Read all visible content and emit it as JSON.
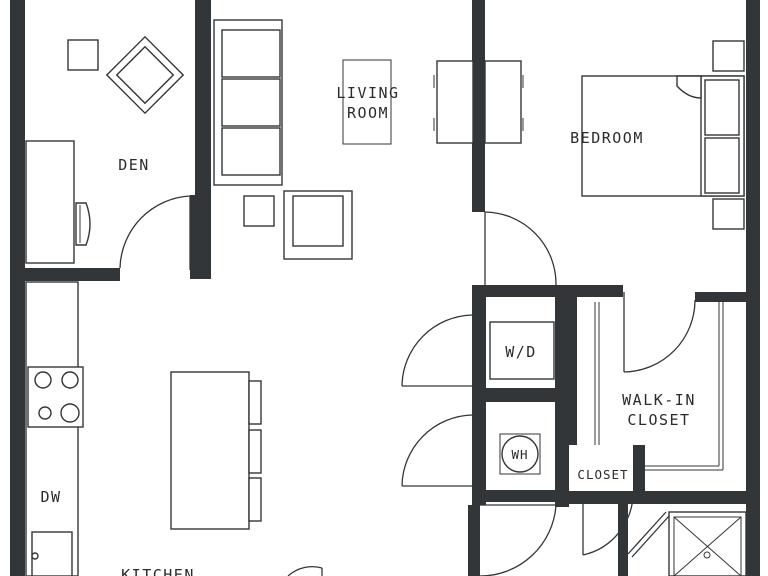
{
  "rooms": {
    "den": "DEN",
    "living_room": [
      "LIVING",
      "ROOM"
    ],
    "bedroom": "BEDROOM",
    "walk_in_closet": [
      "WALK-IN",
      "CLOSET"
    ],
    "closet": "CLOSET",
    "kitchen": "KITCHEN"
  },
  "fixtures": {
    "washer_dryer": "W/D",
    "water_heater": "WH",
    "dishwasher": "DW"
  },
  "colors": {
    "wall": "#333638",
    "background": "#ffffff"
  }
}
